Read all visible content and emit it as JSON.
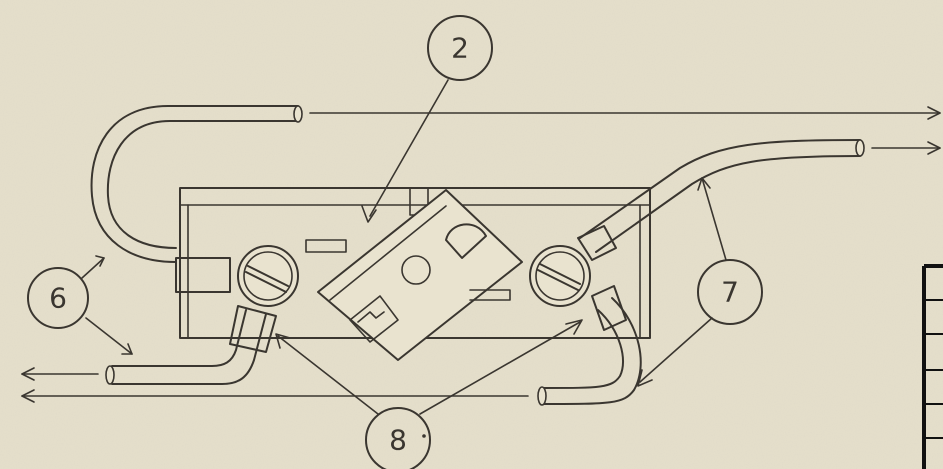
{
  "callouts": {
    "c2": "2",
    "c6": "6",
    "c7": "7",
    "c8": "8"
  },
  "colors": {
    "paper": "#e6e0cc",
    "ink": "#3a3630"
  }
}
